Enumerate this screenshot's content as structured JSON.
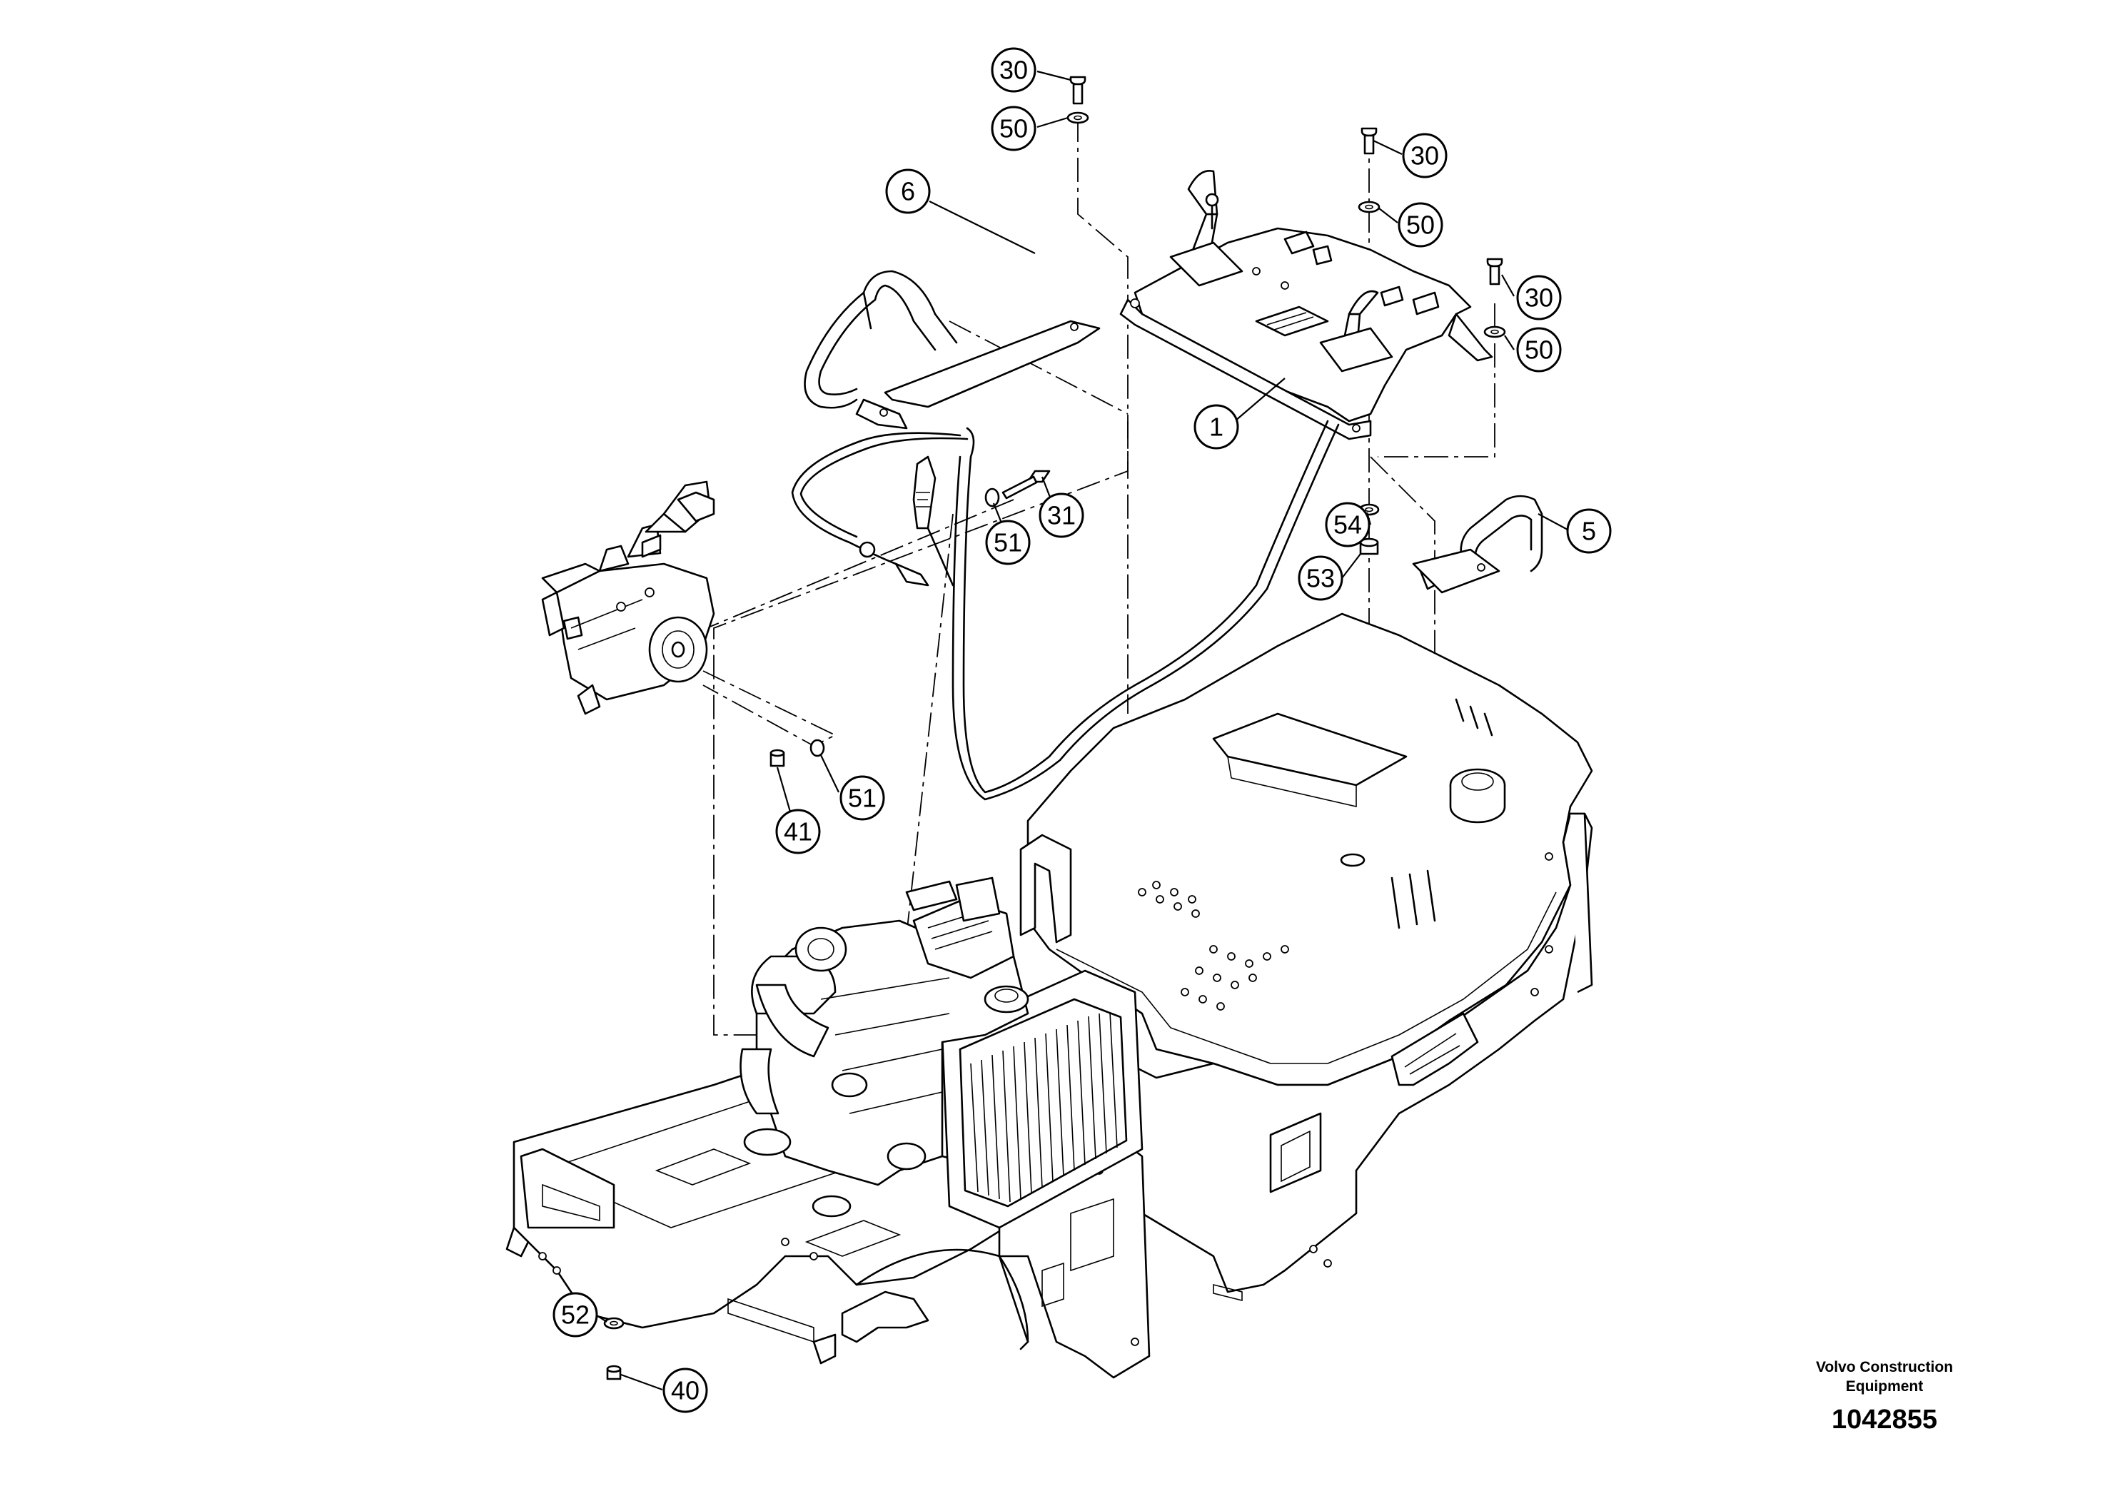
{
  "callouts": [
    {
      "id": "c30a",
      "label": "30"
    },
    {
      "id": "c50a",
      "label": "50"
    },
    {
      "id": "c30b",
      "label": "30"
    },
    {
      "id": "c50b",
      "label": "50"
    },
    {
      "id": "c30c",
      "label": "30"
    },
    {
      "id": "c50c",
      "label": "50"
    },
    {
      "id": "c6",
      "label": "6"
    },
    {
      "id": "c1",
      "label": "1"
    },
    {
      "id": "c31",
      "label": "31"
    },
    {
      "id": "c51a",
      "label": "51"
    },
    {
      "id": "c54",
      "label": "54"
    },
    {
      "id": "c53",
      "label": "53"
    },
    {
      "id": "c5",
      "label": "5"
    },
    {
      "id": "c51b",
      "label": "51"
    },
    {
      "id": "c41",
      "label": "41"
    },
    {
      "id": "c52",
      "label": "52"
    },
    {
      "id": "c40",
      "label": "40"
    }
  ],
  "footer": {
    "publisher_line1": "Volvo Construction",
    "publisher_line2": "Equipment",
    "drawing_number": "1042855"
  }
}
